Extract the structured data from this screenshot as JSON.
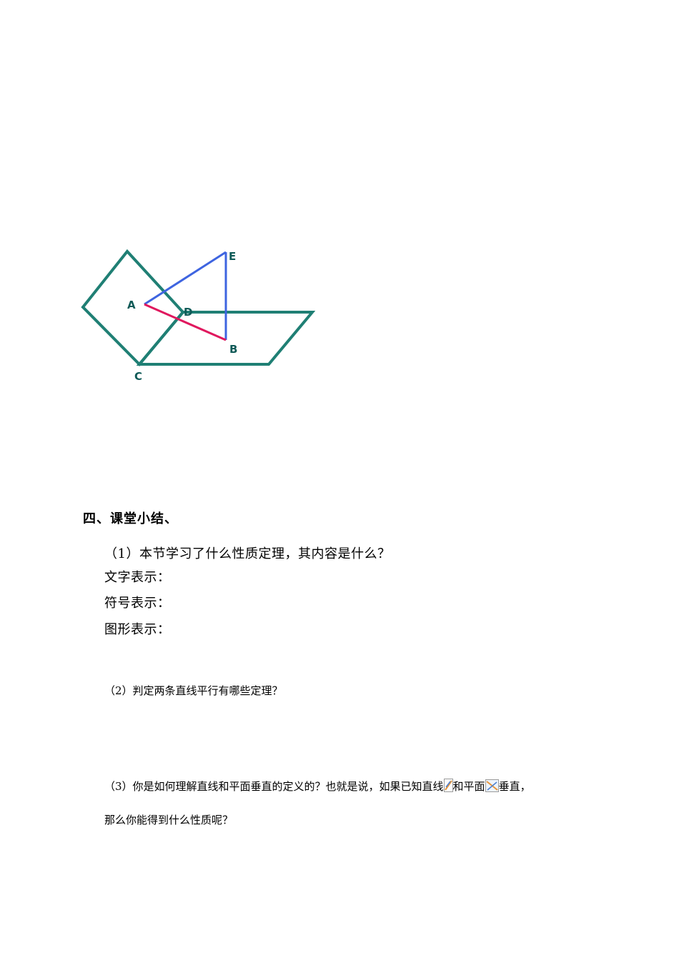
{
  "figure": {
    "labels": {
      "a": "A",
      "b": "B",
      "c": "C",
      "d": "D",
      "e": "E"
    },
    "colors": {
      "planes": "#1f7f74",
      "triangle_blue": "#3e64e0",
      "segment_red": "#e0185e",
      "label": "#0f5a57"
    }
  },
  "section": {
    "heading": "四、课堂小结、"
  },
  "question1": {
    "prompt": "（1）本节学习了什么性质定理，其内容是什么？",
    "text_form": "文字表示：",
    "symbol_form": "符号表示：",
    "figure_form": "图形表示："
  },
  "question2": {
    "prompt": "（2）判定两条直线平行有哪些定理？"
  },
  "question3": {
    "part1": "（3）你是如何理解直线和平面垂直的定义的？也就是说，如果已知直线",
    "part2": "和平面",
    "part3": "垂直，",
    "continuation": "那么你能得到什么性质呢？",
    "line_icon": "line-symbol-icon",
    "plane_icon": "plane-symbol-icon"
  }
}
